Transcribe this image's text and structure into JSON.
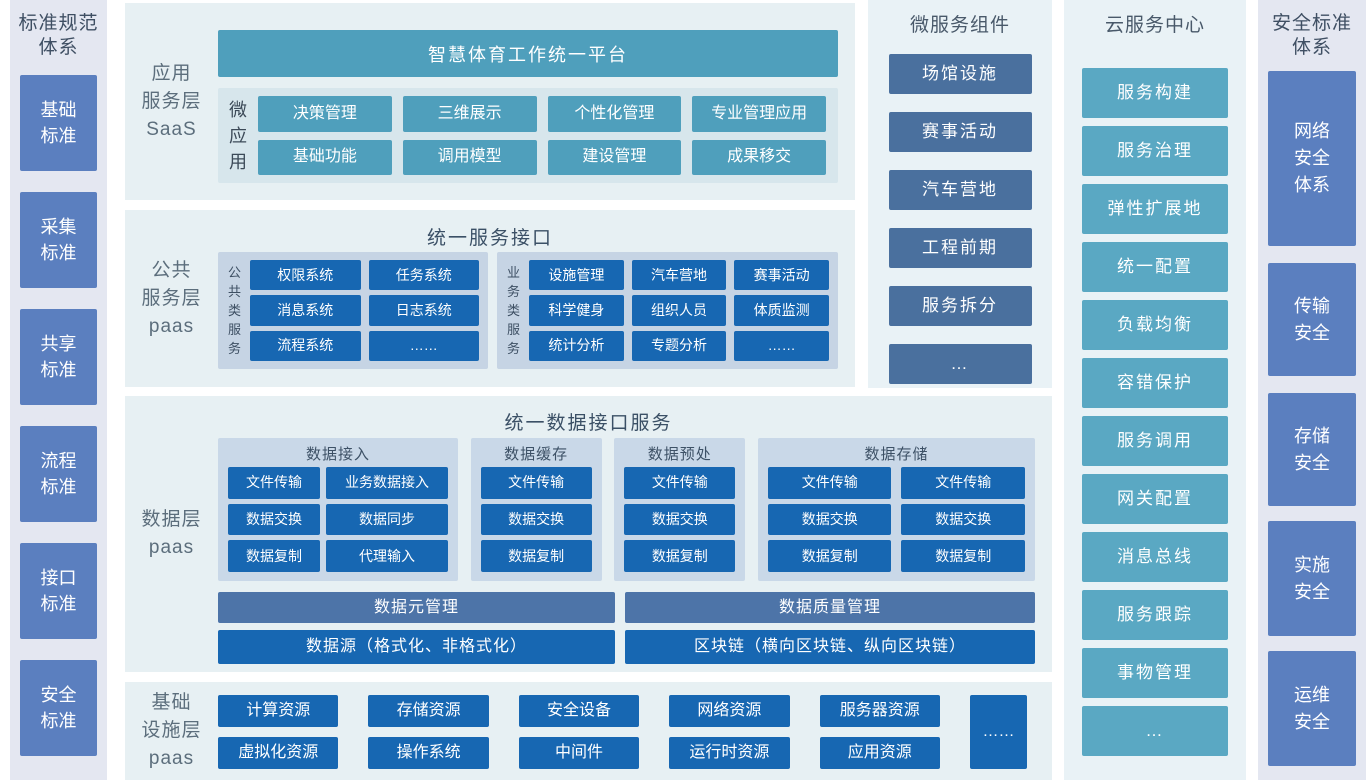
{
  "left": {
    "title": "标准规范\n体系",
    "items": [
      "基础\n标准",
      "采集\n标准",
      "共享\n标准",
      "流程\n标准",
      "接口\n标准",
      "安全\n标准"
    ]
  },
  "saas": {
    "label": "应用\n服务层\nSaaS",
    "platform": "智慧体育工作统一平台",
    "micro_label": "微\n应\n用",
    "apps": [
      "决策管理",
      "三维展示",
      "个性化管理",
      "专业管理应用",
      "基础功能",
      "调用模型",
      "建设管理",
      "成果移交"
    ]
  },
  "pub": {
    "label": "公共\n服务层\npaas",
    "title": "统一服务接口",
    "public": {
      "label": "公\n共\n类\n服\n务",
      "items": [
        "权限系统",
        "任务系统",
        "消息系统",
        "日志系统",
        "流程系统",
        "……"
      ]
    },
    "business": {
      "label": "业\n务\n类\n服\n务",
      "items": [
        "设施管理",
        "汽车营地",
        "赛事活动",
        "科学健身",
        "组织人员",
        "体质监测",
        "统计分析",
        "专题分析",
        "……"
      ]
    }
  },
  "data": {
    "label": "数据层\npaas",
    "title": "统一数据接口服务",
    "groups": [
      {
        "title": "数据接入",
        "items": [
          "文件传输",
          "业务数据接入",
          "数据交换",
          "数据同步",
          "数据复制",
          "代理输入"
        ]
      },
      {
        "title": "数据缓存",
        "items": [
          "文件传输",
          "数据交换",
          "数据复制"
        ]
      },
      {
        "title": "数据预处",
        "items": [
          "文件传输",
          "数据交换",
          "数据复制"
        ]
      },
      {
        "title": "数据存储",
        "items": [
          "文件传输",
          "文件传输",
          "数据交换",
          "数据交换",
          "数据复制",
          "数据复制"
        ]
      }
    ],
    "bars1": [
      "数据元管理",
      "数据质量管理"
    ],
    "bars2": [
      "数据源（格式化、非格式化）",
      "区块链（横向区块链、纵向区块链）"
    ]
  },
  "infra": {
    "label": "基础\n设施层\npaas",
    "row1": [
      "计算资源",
      "存储资源",
      "安全设备",
      "网络资源",
      "服务器资源"
    ],
    "row2": [
      "虚拟化资源",
      "操作系统",
      "中间件",
      "运行时资源",
      "应用资源"
    ],
    "more": "……"
  },
  "micro": {
    "title": "微服务组件",
    "items": [
      "场馆设施",
      "赛事活动",
      "汽车营地",
      "工程前期",
      "服务拆分",
      "…"
    ]
  },
  "cloud": {
    "title": "云服务中心",
    "items": [
      "服务构建",
      "服务治理",
      "弹性扩展地",
      "统一配置",
      "负载均衡",
      "容错保护",
      "服务调用",
      "网关配置",
      "消息总线",
      "服务跟踪",
      "事物管理",
      "…"
    ]
  },
  "sec": {
    "title": "安全标准\n体系",
    "items": [
      "网络\n安全\n体系",
      "传输\n安全",
      "存储\n安全",
      "实施\n安全",
      "运维\n安全"
    ]
  },
  "colors": {
    "panel_bg": "#e7f0f3",
    "side_panel_bg": "#e9f2f6",
    "lavender_col_bg": "#e4e7f1",
    "teal": "#4f9fbc",
    "cloud_teal": "#5aa8c3",
    "dark_blue": "#1767b2",
    "slate_blue": "#5b7fbf",
    "micro_slate": "#4a709e",
    "bar_slate": "#4d74a8",
    "steel_panel": "#c6d4e4",
    "data_steel_panel": "#c9d8e8",
    "saas_inner": "#d7e6ec"
  }
}
